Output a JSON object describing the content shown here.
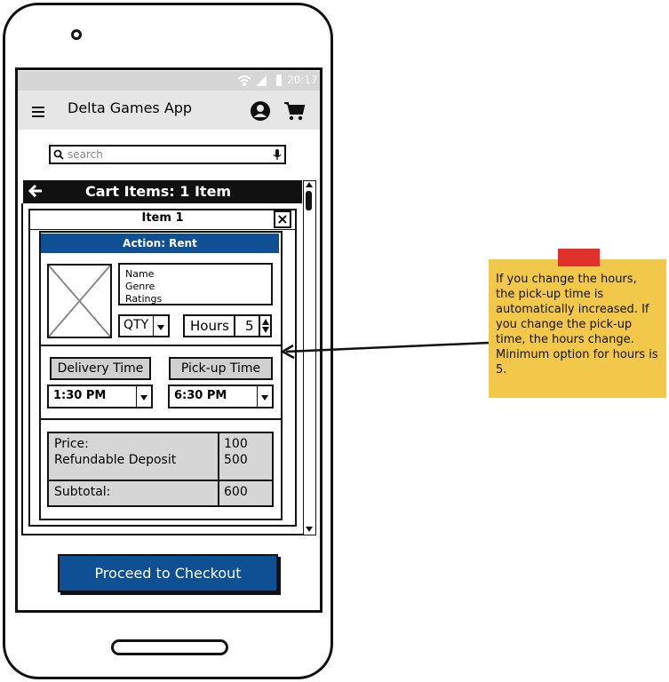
{
  "status_bar": {
    "time": "20:17"
  },
  "app_bar": {
    "title": "Delta Games App"
  },
  "search": {
    "placeholder": "search"
  },
  "cart_header": {
    "title": "Cart Items: 1 Item"
  },
  "item": {
    "header": "Item 1",
    "action": "Action: Rent",
    "details": [
      "Name",
      "Genre",
      "Ratings"
    ],
    "qty_label": "QTY",
    "hours_label": "Hours",
    "hours_value": "5",
    "delivery_time_label": "Delivery Time",
    "pickup_time_label": "Pick-up Time",
    "delivery_time_value": "1:30 PM",
    "pickup_time_value": "6:30 PM",
    "price_label": "Price:",
    "price_value": "100",
    "deposit_label": "Refundable Deposit",
    "deposit_value": "500",
    "subtotal_label": "Subtotal:",
    "subtotal_value": "600"
  },
  "checkout": {
    "label": "Proceed to Checkout"
  },
  "note": {
    "text": "If you change the hours, the pick-up time is automatically increased. If you change the pick-up time, the hours change. Minimum option for hours is 5."
  },
  "colors": {
    "primary_blue": "#0f4f94",
    "note_yellow": "#f2c84b",
    "tape_red": "#e0322a"
  },
  "icons": [
    "wifi-icon",
    "signal-icon",
    "battery-icon",
    "menu-icon",
    "account-icon",
    "cart-icon",
    "search-icon",
    "mic-icon",
    "back-arrow-icon",
    "close-icon",
    "image-placeholder-icon"
  ]
}
